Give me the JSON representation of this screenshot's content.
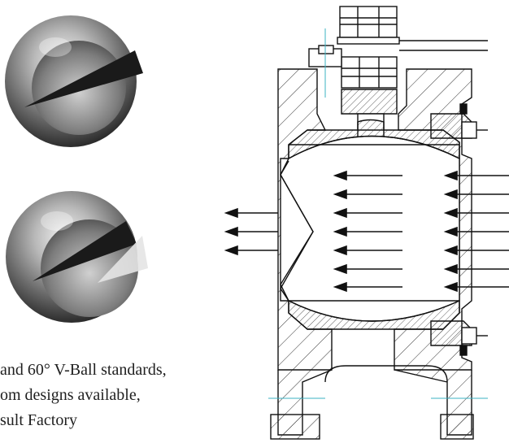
{
  "caption": {
    "line1": "and 60° V-Ball standards,",
    "line2": "om designs available,",
    "line3": "sult Factory"
  },
  "colors": {
    "line": "#111111",
    "hatch": "#333333",
    "centerline": "#3bb3c3",
    "ball_light": "#cfcfcf",
    "ball_dark": "#3a3a3a"
  },
  "icons": [
    "v-ball-photo-icon",
    "valve-cross-section-diagram",
    "flow-arrow-icon"
  ]
}
